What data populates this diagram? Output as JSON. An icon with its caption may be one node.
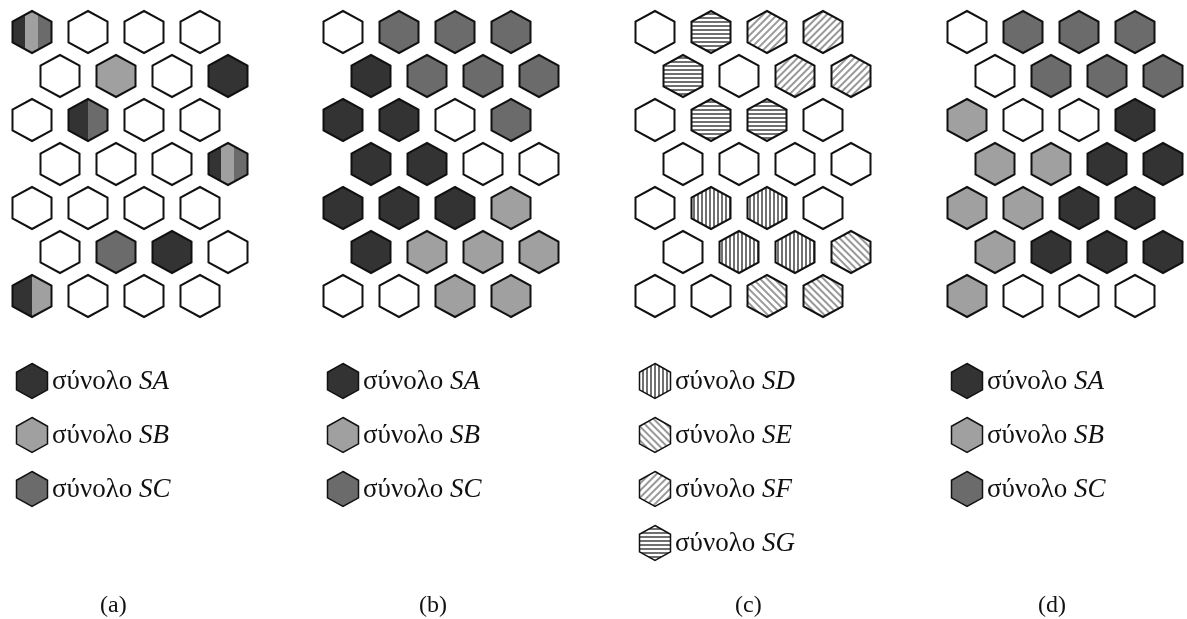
{
  "diagram": {
    "labels": [
      "(a)",
      "(b)",
      "(c)",
      "(d)"
    ],
    "legend": [
      {
        "text": "σύνολο *SA*",
        "color": "#333333"
      },
      {
        "text": "σύνολο *SB*",
        "color": "#a0a0a0"
      },
      {
        "text": "σύνολο *SC*",
        "color": "#6b6b6b"
      },
      {
        "text": "σύνολο *SA*",
        "color": "#333333"
      },
      {
        "text": "σύνολο *SB*",
        "color": "#a0a0a0"
      },
      {
        "text": "σύνολο *SC*",
        "color": "#6b6b6b"
      },
      {
        "text": "σύνολο *SD*"
      },
      {
        "text": "σύνολο *SE*"
      },
      {
        "text": "σύνολο *SF*"
      },
      {
        "text": "σύνολο *SG*"
      },
      {
        "text": "σύνολο *SA*",
        "color": "#333333"
      },
      {
        "text": "σύνολο *SB*",
        "color": "#a0a0a0"
      },
      {
        "text": "σύνολο *SC*",
        "color": "#6b6b6b"
      }
    ]
  }
}
